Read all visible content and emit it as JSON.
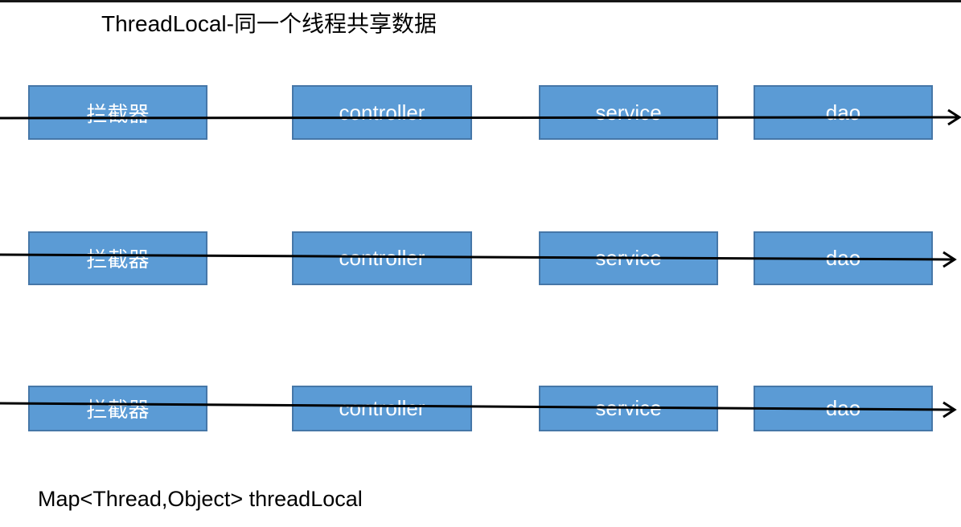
{
  "title": "ThreadLocal-同一个线程共享数据",
  "footer": "Map<Thread,Object> threadLocal",
  "colors": {
    "background": "#ffffff",
    "box_fill": "#5B9BD5",
    "box_border": "#4677A8",
    "box_text": "#ffffff",
    "arrow": "#000000",
    "title_text": "#000000"
  },
  "rows": [
    {
      "name": "thread-row-1",
      "boxes": [
        "拦截器",
        "controller",
        "service",
        "dao"
      ]
    },
    {
      "name": "thread-row-2",
      "boxes": [
        "拦截器",
        "controller",
        "service",
        "dao"
      ]
    },
    {
      "name": "thread-row-3",
      "boxes": [
        "拦截器",
        "controller",
        "service",
        "dao"
      ]
    }
  ]
}
